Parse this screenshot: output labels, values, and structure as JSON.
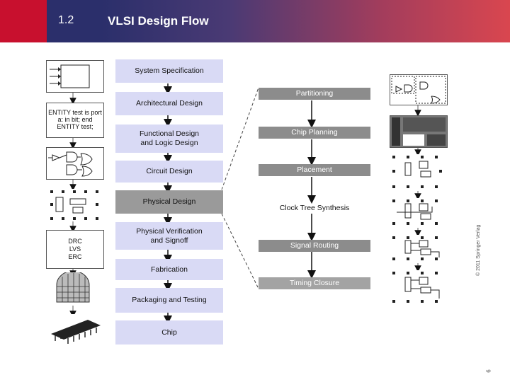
{
  "header": {
    "section_number": "1.2",
    "title": "VLSI Design Flow"
  },
  "main_flow": [
    "System Specification",
    "Architectural Design",
    "Functional Design and Logic Design",
    "Circuit Design",
    "Physical Design",
    "Physical Verification and Signoff",
    "Fabrication",
    "Packaging and Testing",
    "Chip"
  ],
  "physical_design_flow": [
    "Partitioning",
    "Chip Planning",
    "Placement",
    "Clock Tree Synthesis",
    "Signal Routing",
    "Timing Closure"
  ],
  "side_notes": {
    "vhdl": "ENTITY test is port a: in bit; end ENTITY test;",
    "verification": [
      "DRC",
      "LVS",
      "ERC"
    ]
  },
  "footer": {
    "copyright": "© 2011 Springer Verlag",
    "page": "6"
  }
}
